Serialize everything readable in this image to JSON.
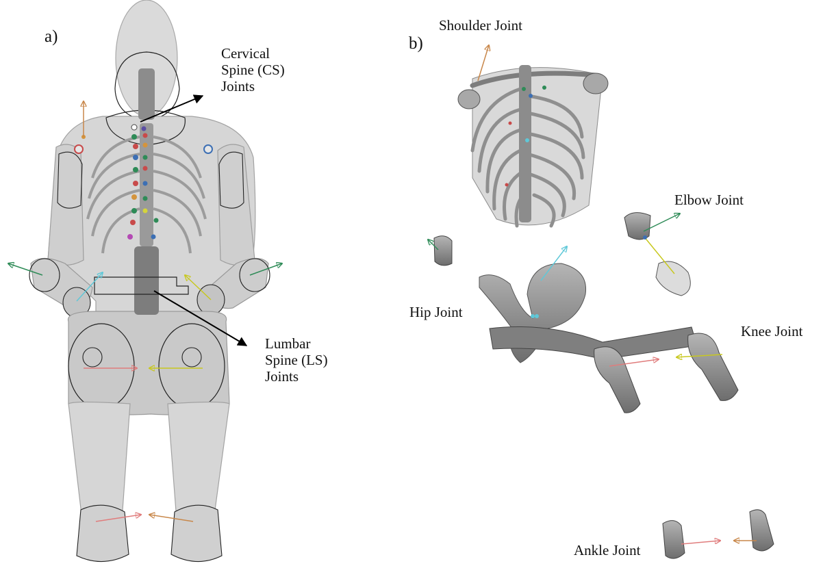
{
  "panels": {
    "a": {
      "label": "a)"
    },
    "b": {
      "label": "b)"
    }
  },
  "labels": {
    "cervical": {
      "line1": "Cervical",
      "line2": "Spine (CS)",
      "line3": "Joints"
    },
    "lumbar": {
      "line1": "Lumbar",
      "line2": "Spine (LS)",
      "line3": "Joints"
    },
    "shoulder": "Shoulder Joint",
    "elbow": "Elbow Joint",
    "hip": "Hip Joint",
    "knee": "Knee Joint",
    "ankle": "Ankle Joint"
  },
  "colors": {
    "body_fill": "#d4d4d4",
    "body_outline": "#9a9a9a",
    "bone": "#8f8f8f",
    "bone_dark": "#6a6a6a",
    "arrow_orange": "#c8874a",
    "arrow_green": "#2e8b57",
    "arrow_yellow": "#c8c81e",
    "arrow_pink": "#e07c7c",
    "arrow_cyan": "#5fc8d8"
  }
}
